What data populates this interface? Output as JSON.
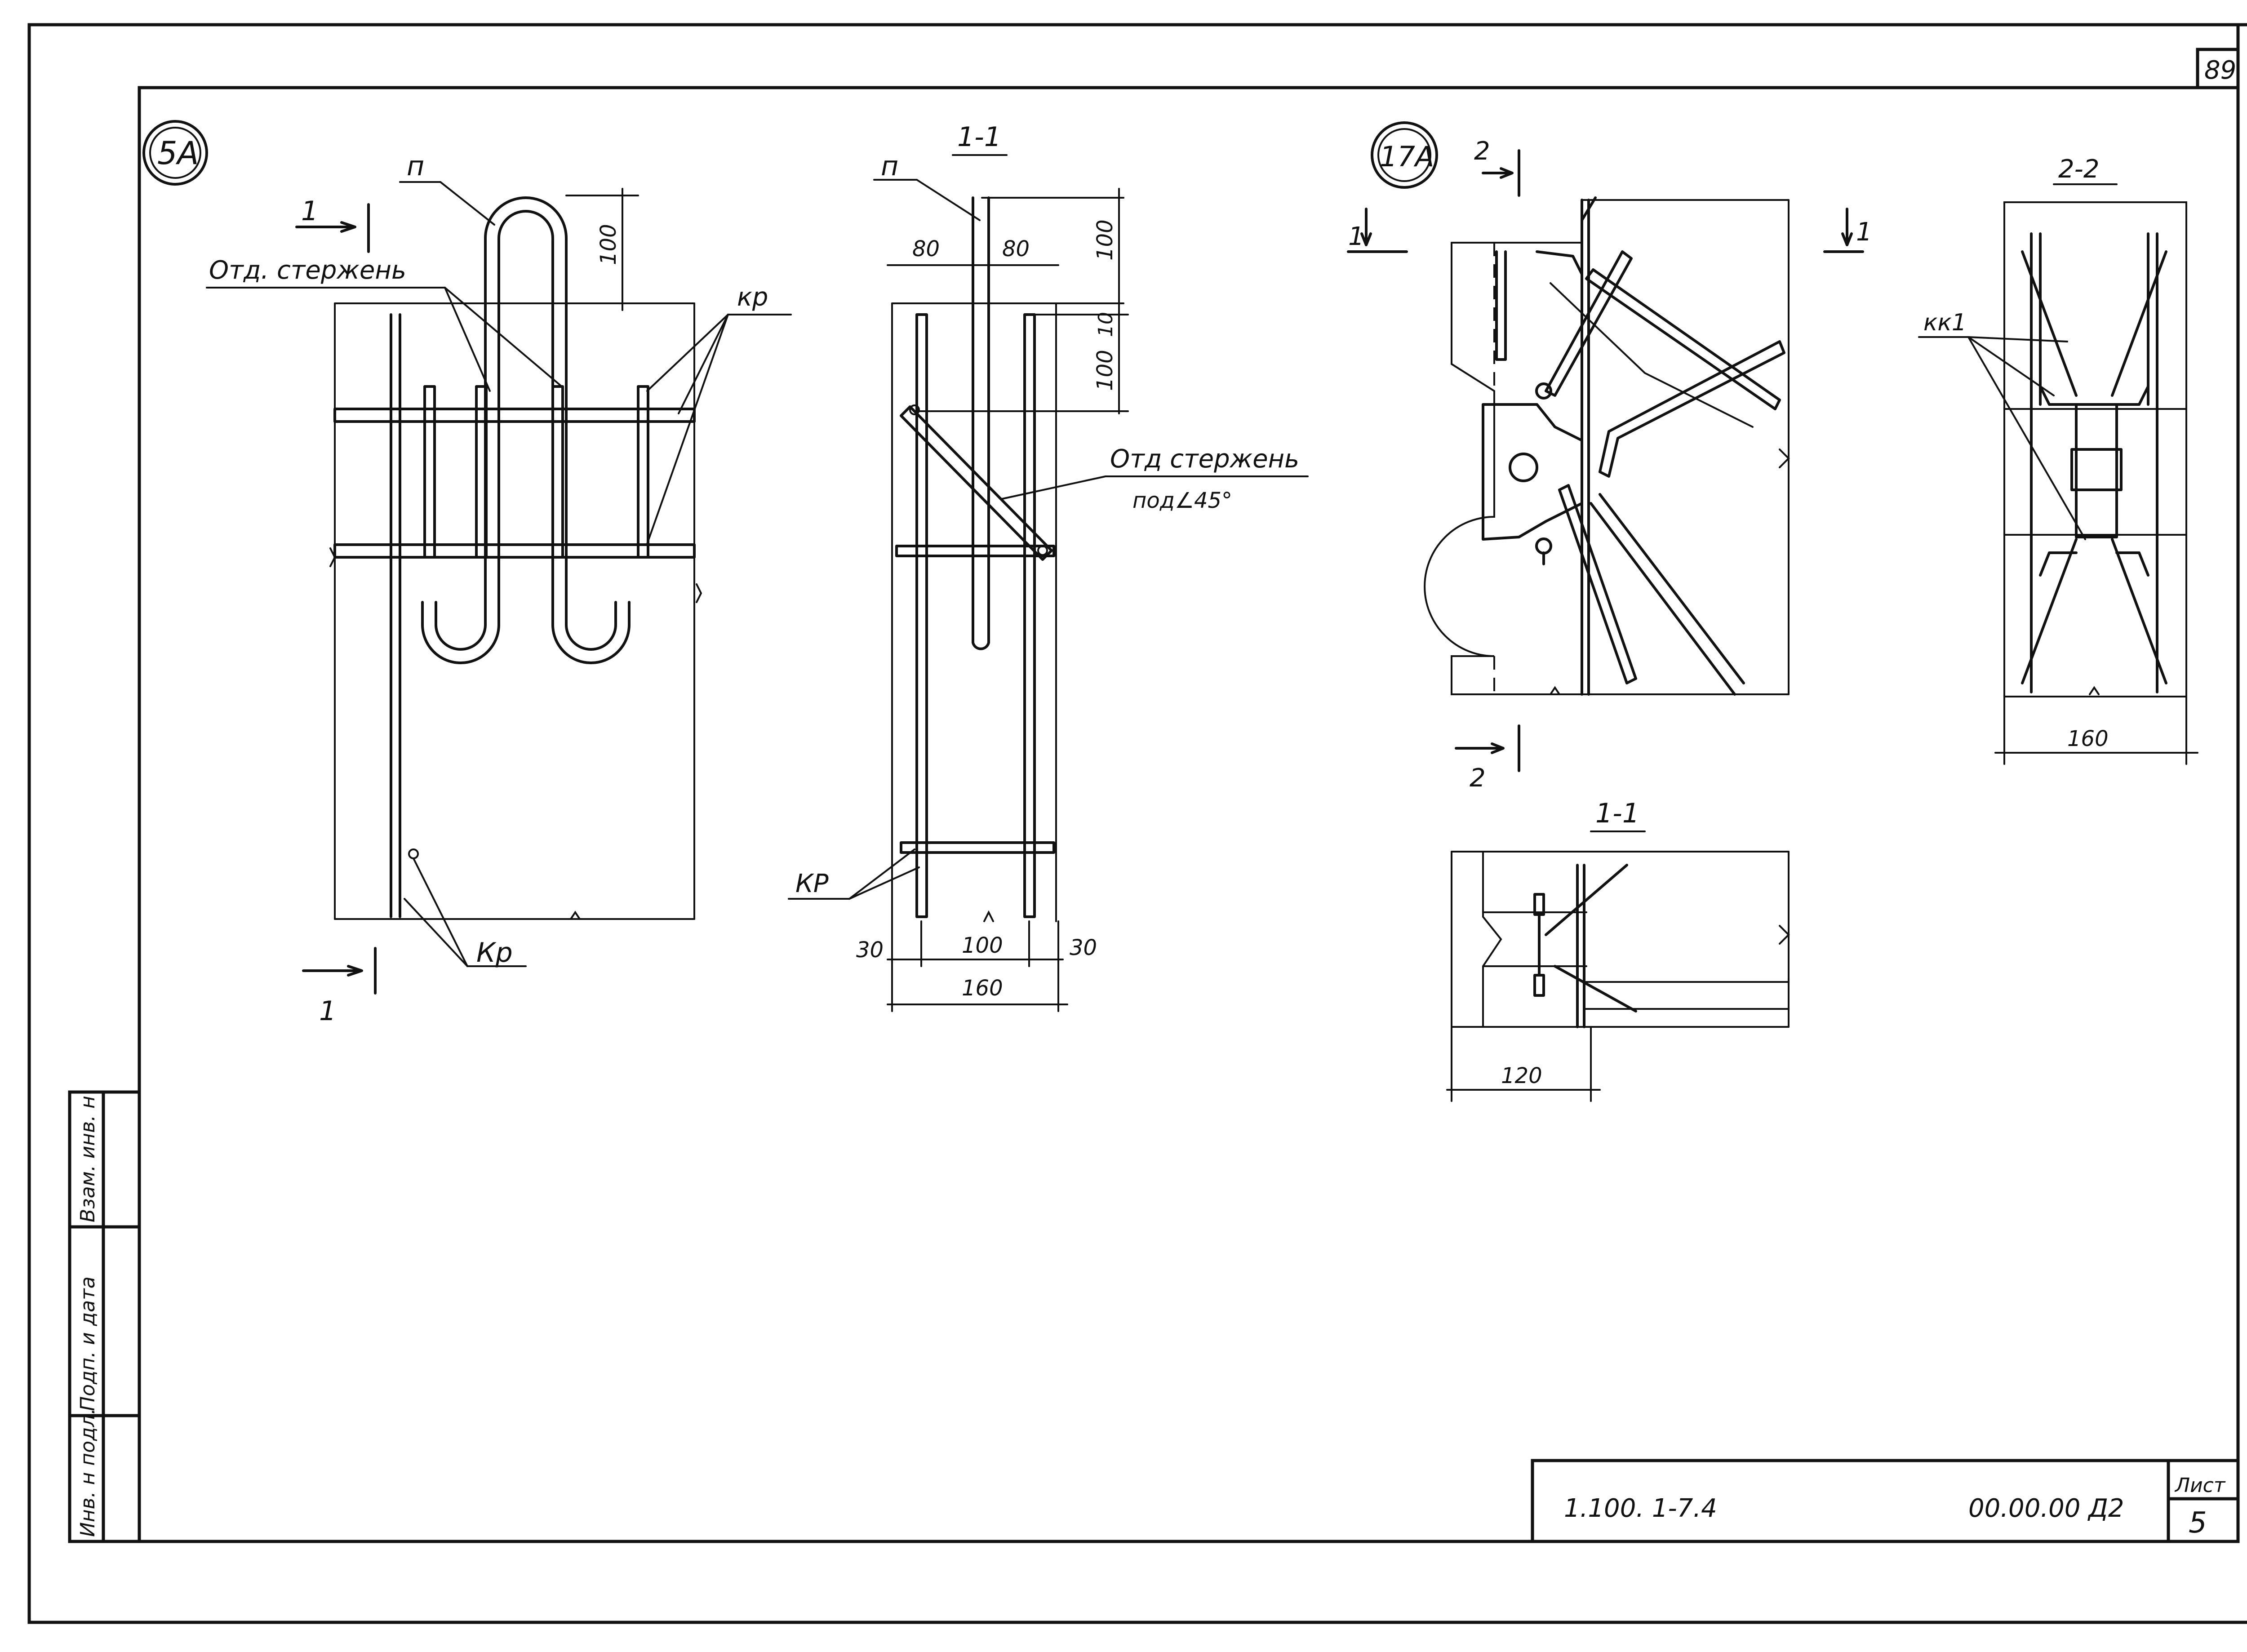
{
  "sheet_number_top": "89",
  "detail_5a": {
    "marker": "5A",
    "label_p": "п",
    "label_otd": "Отд. стержень",
    "label_kr_top": "кр",
    "label_kr_bottom": "Кр",
    "dim_100": "100",
    "section_1": "1"
  },
  "section_1_1": {
    "title": "1-1",
    "label_p": "п",
    "label_otd": "Отд стержень",
    "label_angle": "под∠45°",
    "label_kr": "КР",
    "dim_80_left": "80",
    "dim_80_right": "80",
    "dim_100_top": "100",
    "dim_100_mid": "100",
    "dim_10": "10",
    "dim_30_left": "30",
    "dim_100_bottom": "100",
    "dim_30_right": "30",
    "dim_160": "160"
  },
  "detail_17a": {
    "marker": "17А",
    "section_2": "2",
    "section_1": "1"
  },
  "section_1_1_b": {
    "title": "1-1",
    "dim_120": "120"
  },
  "section_2_2": {
    "title": "2-2",
    "label_kk": "кк1",
    "dim_160": "160"
  },
  "side_stamp": {
    "cell_1": "Инв. н подл.",
    "cell_2": "Подп. и дата",
    "cell_3": "Взам. инв. н"
  },
  "title_block": {
    "doc_code": "1.100. 1-7.4",
    "drawing_code": "00.00.00 Д2",
    "sheet_label": "Лист",
    "sheet_no": "5"
  }
}
